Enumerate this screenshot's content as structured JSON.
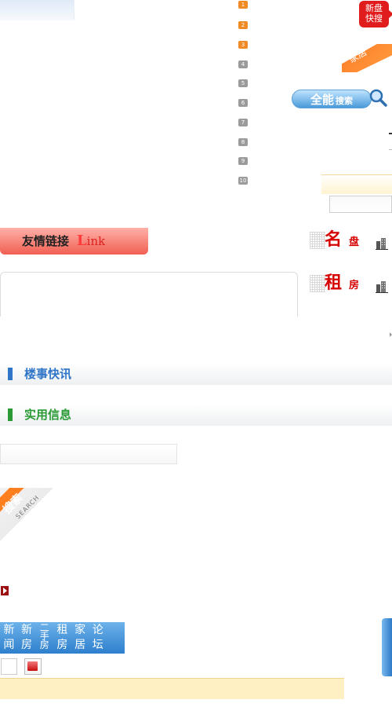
{
  "ranking": {
    "numbers": [
      "1",
      "2",
      "3",
      "4",
      "5",
      "6",
      "7",
      "8",
      "9",
      "10"
    ]
  },
  "badges": {
    "new_quick": "新盘快搜",
    "home_ribbon": "家居"
  },
  "search": {
    "button_main": "全能",
    "button_sub": "搜索"
  },
  "friend_links": {
    "title": "友情链接",
    "title_en_first": "L",
    "title_en_rest": "ink"
  },
  "listings": {
    "famous": {
      "big": "名",
      "small": "盘"
    },
    "rent": {
      "big": "租",
      "small": "房"
    }
  },
  "sections": [
    {
      "title": "楼事快讯",
      "color": "#2f75c8"
    },
    {
      "title": "实用信息",
      "color": "#2a9a35"
    }
  ],
  "corner_ribbon": {
    "zh": "搜索",
    "en": "SEARCH"
  },
  "nav": {
    "items": [
      {
        "top": "新",
        "bottom": "闻"
      },
      {
        "top": "新",
        "bottom": "房"
      },
      {
        "top": "二",
        "middle": "手",
        "bottom": "房"
      },
      {
        "top": "租",
        "bottom": "房"
      },
      {
        "top": "家",
        "bottom": "居"
      },
      {
        "top": "论",
        "bottom": "坛"
      }
    ]
  }
}
